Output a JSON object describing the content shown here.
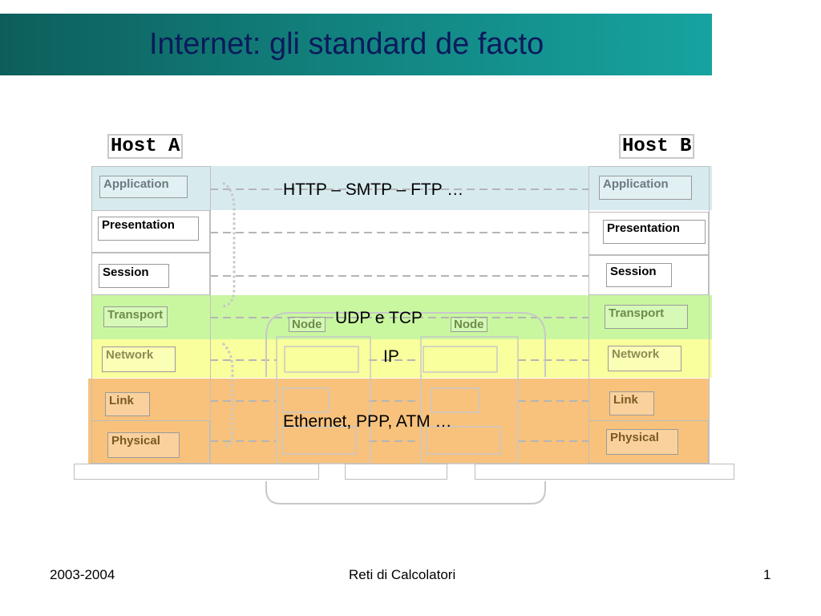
{
  "slide": {
    "title": "Internet: gli standard de facto"
  },
  "hosts": {
    "a": "Host A",
    "b": "Host B"
  },
  "layers": {
    "application": "Application",
    "presentation": "Presentation",
    "session": "Session",
    "transport": "Transport",
    "network": "Network",
    "link": "Link",
    "physical": "Physical"
  },
  "protocols": {
    "application": "HTTP – SMTP – FTP …",
    "transport": "UDP e TCP",
    "network": "IP",
    "link": "Ethernet, PPP, ATM …"
  },
  "nodes": {
    "left": "Node",
    "right": "Node"
  },
  "footer": {
    "left": "2003-2004",
    "center": "Reti di Calcolatori",
    "page": "1"
  },
  "colors": {
    "title_gradient_start": "#0d5e5b",
    "title_gradient_end": "#16a3a0",
    "application_band": "#d7ebef",
    "transport_band": "#c9f7a0",
    "network_band": "#f8ff9c",
    "link_band": "#f8c27c"
  }
}
